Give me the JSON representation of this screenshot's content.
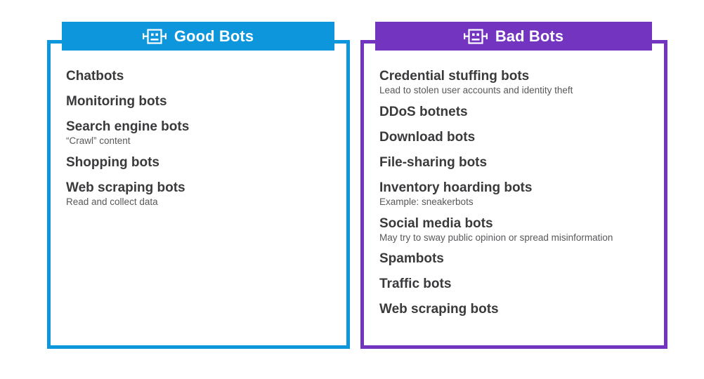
{
  "panels": [
    {
      "key": "good",
      "title": "Good Bots",
      "icon": "robot-icon",
      "accent": "#0d96dc",
      "items": [
        {
          "title": "Chatbots",
          "sub": ""
        },
        {
          "title": "Monitoring bots",
          "sub": ""
        },
        {
          "title": "Search engine bots",
          "sub": "“Crawl” content"
        },
        {
          "title": "Shopping bots",
          "sub": ""
        },
        {
          "title": "Web scraping bots",
          "sub": "Read and collect data"
        }
      ]
    },
    {
      "key": "bad",
      "title": "Bad Bots",
      "icon": "robot-icon",
      "accent": "#7334c0",
      "items": [
        {
          "title": "Credential stuffing bots",
          "sub": "Lead to stolen user accounts and identity theft"
        },
        {
          "title": "DDoS botnets",
          "sub": ""
        },
        {
          "title": "Download bots",
          "sub": ""
        },
        {
          "title": "File-sharing bots",
          "sub": ""
        },
        {
          "title": "Inventory hoarding bots",
          "sub": "Example: sneakerbots"
        },
        {
          "title": "Social media bots",
          "sub": "May try to sway public opinion or spread misinformation"
        },
        {
          "title": "Spambots",
          "sub": ""
        },
        {
          "title": "Traffic bots",
          "sub": ""
        },
        {
          "title": "Web scraping bots",
          "sub": ""
        }
      ]
    }
  ]
}
